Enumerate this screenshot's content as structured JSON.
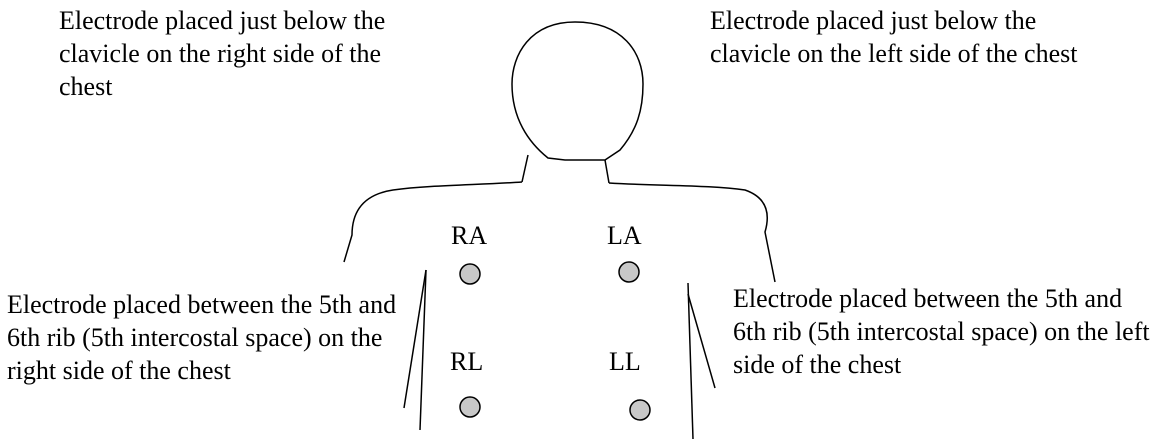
{
  "annotations": {
    "right_arm": "Electrode placed just below the clavicle on the right side of the chest",
    "left_arm": "Electrode placed just below the clavicle on the left side of the chest",
    "right_leg": "Electrode placed between the 5th and 6th rib (5th intercostal space) on the right side of the chest",
    "left_leg": "Electrode placed between the 5th and 6th rib (5th intercostal space) on the left side of the chest"
  },
  "electrodes": {
    "ra": "RA",
    "la": "LA",
    "rl": "RL",
    "ll": "LL"
  },
  "colors": {
    "outline": "#000000",
    "electrode_fill": "#c8c8c8"
  }
}
